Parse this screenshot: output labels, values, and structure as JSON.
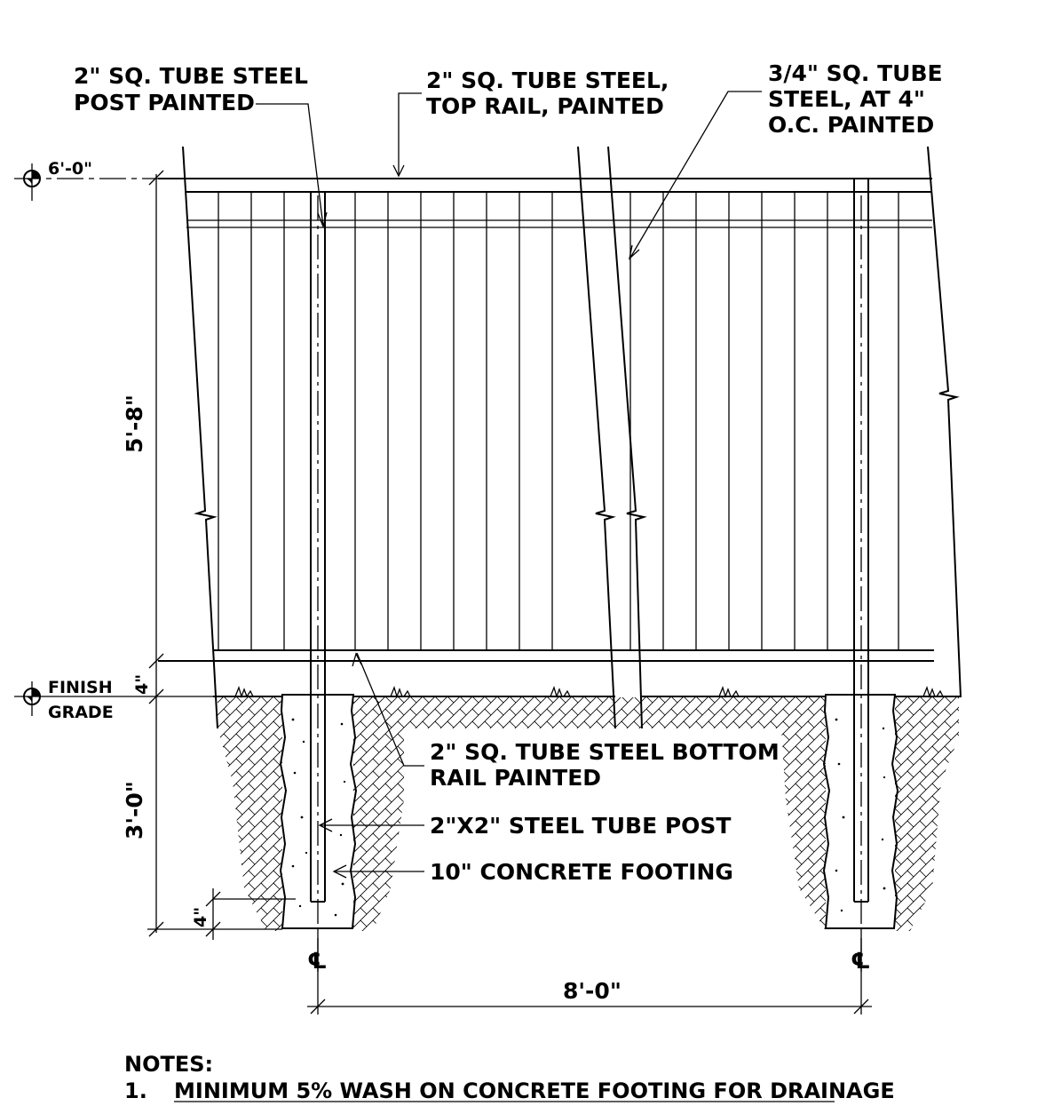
{
  "labels": {
    "post_line1": "2\" SQ. TUBE STEEL",
    "post_line2": "POST PAINTED",
    "top_rail_line1": "2\" SQ. TUBE STEEL,",
    "top_rail_line2": "TOP RAIL, PAINTED",
    "pickets_line1": "3/4\" SQ. TUBE",
    "pickets_line2": "STEEL, AT 4\"",
    "pickets_line3": "O.C. PAINTED",
    "bottom_rail_line1": "2\" SQ. TUBE STEEL BOTTOM",
    "bottom_rail_line2": "RAIL PAINTED",
    "steel_post": "2\"X2\" STEEL TUBE POST",
    "footing": "10\" CONCRETE FOOTING"
  },
  "elevations": {
    "top": "6'-0\"",
    "grade_line1": "FINISH",
    "grade_line2": "GRADE"
  },
  "dimensions": {
    "panel_height": "5'-8\"",
    "bottom_gap": "4\"",
    "footing_depth": "3'-0\"",
    "post_clearance": "4\"",
    "post_spacing": "8'-0\"",
    "centerline": "℄"
  },
  "notes": {
    "heading": "NOTES:",
    "items": [
      {
        "number": "1.",
        "text": "MINIMUM 5% WASH ON CONCRETE FOOTING FOR DRAINAGE"
      }
    ]
  }
}
